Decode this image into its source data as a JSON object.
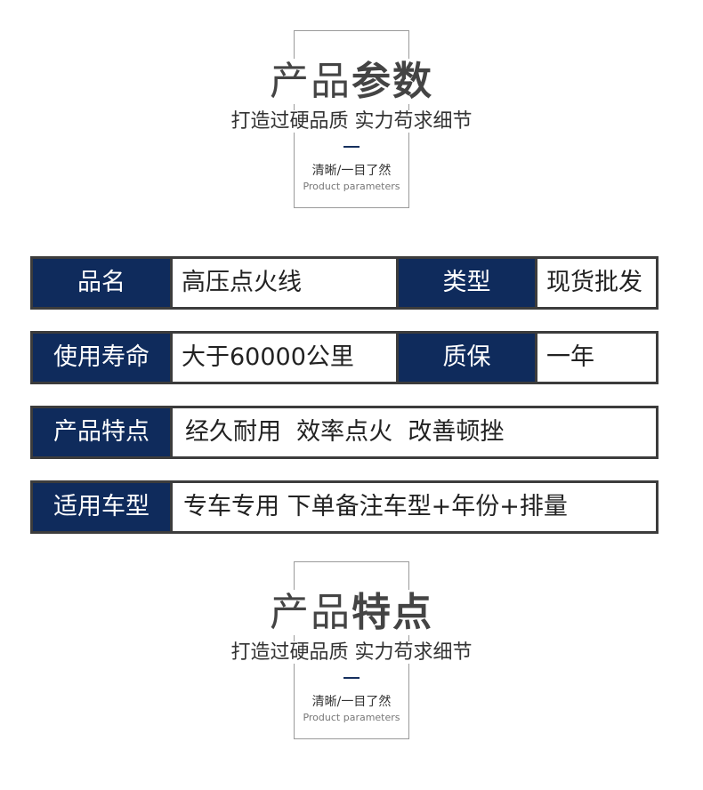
{
  "header_params": {
    "title_light": "产品",
    "title_bold": "参数",
    "subtitle": "打造过硬品质 实力苟求细节",
    "note": "清晰/一目了然",
    "note_en": "Product parameters"
  },
  "spec_rows": [
    {
      "label1": "品名",
      "value1": "高压点火线",
      "label2": "类型",
      "value2": "现货批发"
    },
    {
      "label1": "使用寿命",
      "value1": "大于60000公里",
      "label2": "质保",
      "value2": "一年"
    },
    {
      "label1": "产品特点",
      "value1": "经久耐用  效率点火  改善顿挫"
    },
    {
      "label1": "适用车型",
      "value1": "专车专用 下单备注车型+年份+排量"
    }
  ],
  "header_features": {
    "title_light": "产品",
    "title_bold": "特点",
    "subtitle": "打造过硬品质 实力苟求细节",
    "note": "清晰/一目了然",
    "note_en": "Product parameters"
  },
  "colors": {
    "label_bg": "#0f2b5c",
    "border": "#3c3c3c",
    "accent_dash": "#16305e"
  }
}
